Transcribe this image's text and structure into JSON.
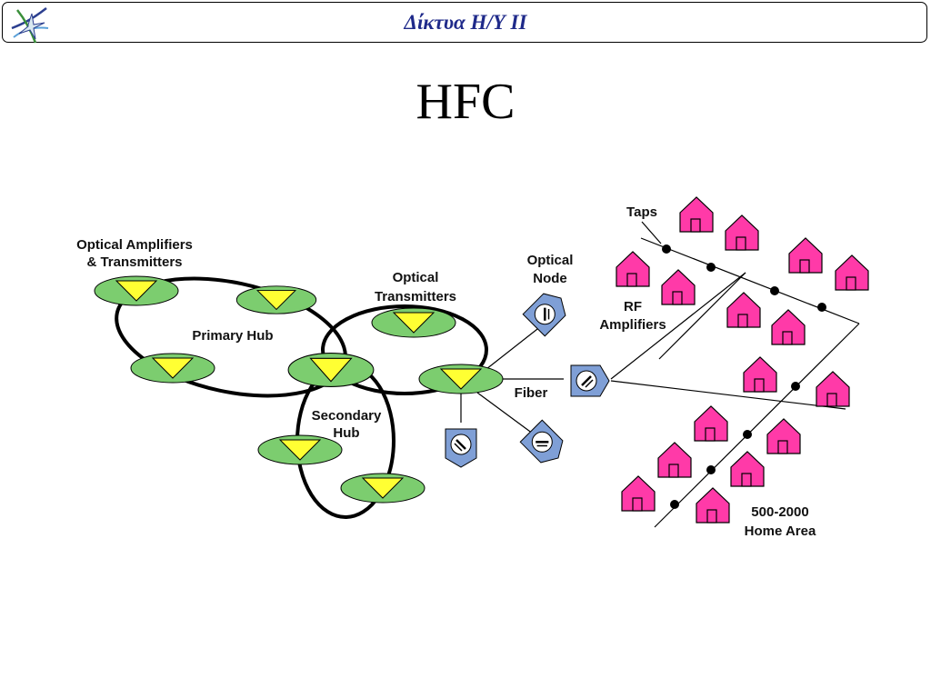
{
  "header": {
    "title": "Δίκτυα Η/Υ ΙΙ",
    "logo_icon": "star-swirl-logo"
  },
  "slide": {
    "title": "HFC"
  },
  "diagram": {
    "labels": {
      "optical_amplifiers_line1": "Optical Amplifiers",
      "optical_amplifiers_line2": "& Transmitters",
      "primary_hub": "Primary Hub",
      "optical_transmitters_line1": "Optical",
      "optical_transmitters_line2": "Transmitters",
      "secondary_hub_line1": "Secondary",
      "secondary_hub_line2": "Hub",
      "optical_node_line1": "Optical",
      "optical_node_line2": "Node",
      "fiber": "Fiber",
      "taps": "Taps",
      "rf_amplifiers_line1": "RF",
      "rf_amplifiers_line2": "Amplifiers",
      "home_area_line1": "500-2000",
      "home_area_line2": "Home Area"
    },
    "colors": {
      "hub_ellipse": "#7ccd6f",
      "hub_triangle": "#ffff33",
      "node_fill": "#7f9fd6",
      "house_fill": "#ff3aa8",
      "ring_stroke": "#000000"
    },
    "icons": {
      "hub": "optical-hub-icon",
      "node": "optical-node-icon",
      "house": "house-icon",
      "tap": "tap-dot-icon"
    }
  }
}
